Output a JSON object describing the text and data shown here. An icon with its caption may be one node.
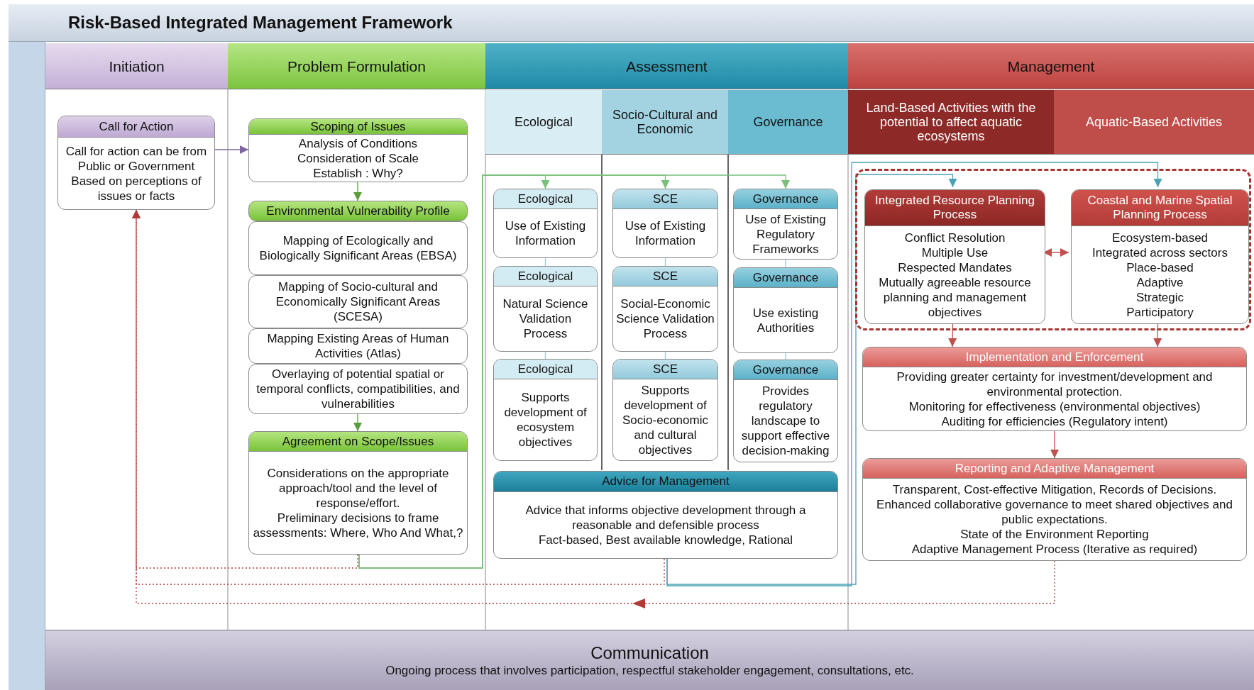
{
  "diagram": {
    "title": "Risk-Based Integrated Management Framework",
    "nodes": [
      {
        "text": [
          "Initiation"
        ]
      },
      {
        "text": [
          "Problem Formulation"
        ]
      },
      {
        "text": [
          "Assessment"
        ]
      },
      {
        "text": [
          "Management"
        ]
      },
      {
        "text": [
          "Ecological"
        ]
      },
      {
        "text": [
          "Socio-Cultural and Economic"
        ]
      },
      {
        "text": [
          "Governance"
        ]
      },
      {
        "text": [
          "Land-Based Activities with the potential to affect aquatic ecosystems"
        ]
      },
      {
        "text": [
          "Aquatic-Based Activities"
        ]
      },
      {
        "text": [
          "Call for Action",
          "Call for action can be from Public or Government",
          "Based on perceptions of issues or facts"
        ]
      },
      {
        "text": [
          "Scoping of Issues",
          "Analysis of Conditions",
          "Consideration of Scale",
          "Establish : Why?"
        ]
      },
      {
        "text": [
          "Environmental Vulnerability Profile"
        ]
      },
      {
        "text": [
          "Mapping of Ecologically and Biologically Significant Areas (EBSA)"
        ]
      },
      {
        "text": [
          "Mapping of Socio-cultural and Economically Significant Areas (SCESA)"
        ]
      },
      {
        "text": [
          "Mapping Existing Areas of Human Activities (Atlas)"
        ]
      },
      {
        "text": [
          "Overlaying of potential spatial or temporal conflicts, compatibilities, and vulnerabilities"
        ]
      },
      {
        "text": [
          "Agreement on Scope/Issues",
          "Considerations on the appropriate approach/tool and the level of response/effort.",
          "Preliminary decisions to frame assessments: Where, Who And What,?"
        ]
      },
      {
        "text": [
          "Ecological",
          "Use of Existing Information"
        ]
      },
      {
        "text": [
          "Ecological",
          "Natural Science Validation Process"
        ]
      },
      {
        "text": [
          "Ecological",
          "Supports development of ecosystem objectives"
        ]
      },
      {
        "text": [
          "SCE",
          "Use of Existing Information"
        ]
      },
      {
        "text": [
          "SCE",
          "Social-Economic Science Validation Process"
        ]
      },
      {
        "text": [
          "SCE",
          "Supports development of Socio-economic and cultural objectives"
        ]
      },
      {
        "text": [
          "Governance",
          "Use of Existing Regulatory Frameworks"
        ]
      },
      {
        "text": [
          "Governance",
          "Use existing Authorities"
        ]
      },
      {
        "text": [
          "Governance",
          "Provides regulatory landscape to support effective decision-making"
        ]
      },
      {
        "text": [
          "Advice for Management",
          "Advice that informs objective development through a reasonable and defensible process",
          "Fact-based, Best available knowledge, Rational"
        ]
      },
      {
        "text": [],
        "shape": "box"
      },
      {
        "text": [
          "Integrated Resource Planning Process",
          "Conflict Resolution",
          "Multiple Use",
          "Respected Mandates",
          "Mutually agreeable resource planning and management objectives"
        ],
        "in": 27
      },
      {
        "text": [
          "Coastal and Marine Spatial Planning Process",
          "Ecosystem-based",
          "Integrated across sectors",
          "Place-based",
          "Adaptive",
          "Strategic",
          "Participatory"
        ],
        "in": 27
      },
      {
        "text": [
          "Implementation and Enforcement",
          "Providing greater certainty for investment/development and environmental protection.",
          "Monitoring for effectiveness (environmental objectives)",
          "Auditing for efficiencies (Regulatory intent)"
        ]
      },
      {
        "text": [
          "Reporting and Adaptive Management",
          "Transparent, Cost-effective Mitigation, Records of Decisions.",
          "Enhanced collaborative governance to meet shared objectives and public expectations.",
          "State of the Environment Reporting",
          "Adaptive Management Process (Iterative as required)"
        ]
      },
      {
        "text": [
          "Communication",
          "Ongoing process that involves participation, respectful stakeholder engagement, consultations, etc."
        ]
      }
    ],
    "edges": [
      {
        "from": 9,
        "to": 10,
        "arrow": "to",
        "color": "#8064a2"
      },
      {
        "from": 10,
        "to": 11,
        "arrow": "to",
        "color": "#5a9e3a"
      },
      {
        "from": 15,
        "to": 16,
        "arrow": "to",
        "color": "#5a9e3a"
      },
      {
        "from": 16,
        "to": 9,
        "arrow": "to",
        "style": "dashed",
        "color": "#b03a36"
      },
      {
        "from": 16,
        "to": 17,
        "arrow": "to",
        "color": "#7cbf7c"
      },
      {
        "from": 16,
        "to": 20,
        "arrow": "to",
        "color": "#7cbf7c"
      },
      {
        "from": 16,
        "to": 23,
        "arrow": "to",
        "color": "#7cbf7c"
      },
      {
        "from": 17,
        "to": 18,
        "arrow": "none"
      },
      {
        "from": 18,
        "to": 19,
        "arrow": "none"
      },
      {
        "from": 20,
        "to": 21,
        "arrow": "none"
      },
      {
        "from": 21,
        "to": 22,
        "arrow": "none"
      },
      {
        "from": 23,
        "to": 24,
        "arrow": "none"
      },
      {
        "from": 24,
        "to": 25,
        "arrow": "none"
      },
      {
        "from": 26,
        "to": 9,
        "arrow": "to",
        "style": "dashed",
        "color": "#b03a36"
      },
      {
        "from": 26,
        "to": 28,
        "arrow": "to",
        "color": "#4aa3b5"
      },
      {
        "from": 26,
        "to": 29,
        "arrow": "to",
        "color": "#4aa3b5"
      },
      {
        "from": 28,
        "to": 29,
        "arrow": "both",
        "color": "#c0504d"
      },
      {
        "from": 28,
        "to": 30,
        "arrow": "to",
        "color": "#c0504d"
      },
      {
        "from": 29,
        "to": 30,
        "arrow": "to",
        "color": "#c0504d"
      },
      {
        "from": 30,
        "to": 31,
        "arrow": "to",
        "color": "#c0504d"
      },
      {
        "from": 31,
        "to": 9,
        "arrow": "to",
        "style": "dashed",
        "color": "#b03a36"
      }
    ]
  }
}
